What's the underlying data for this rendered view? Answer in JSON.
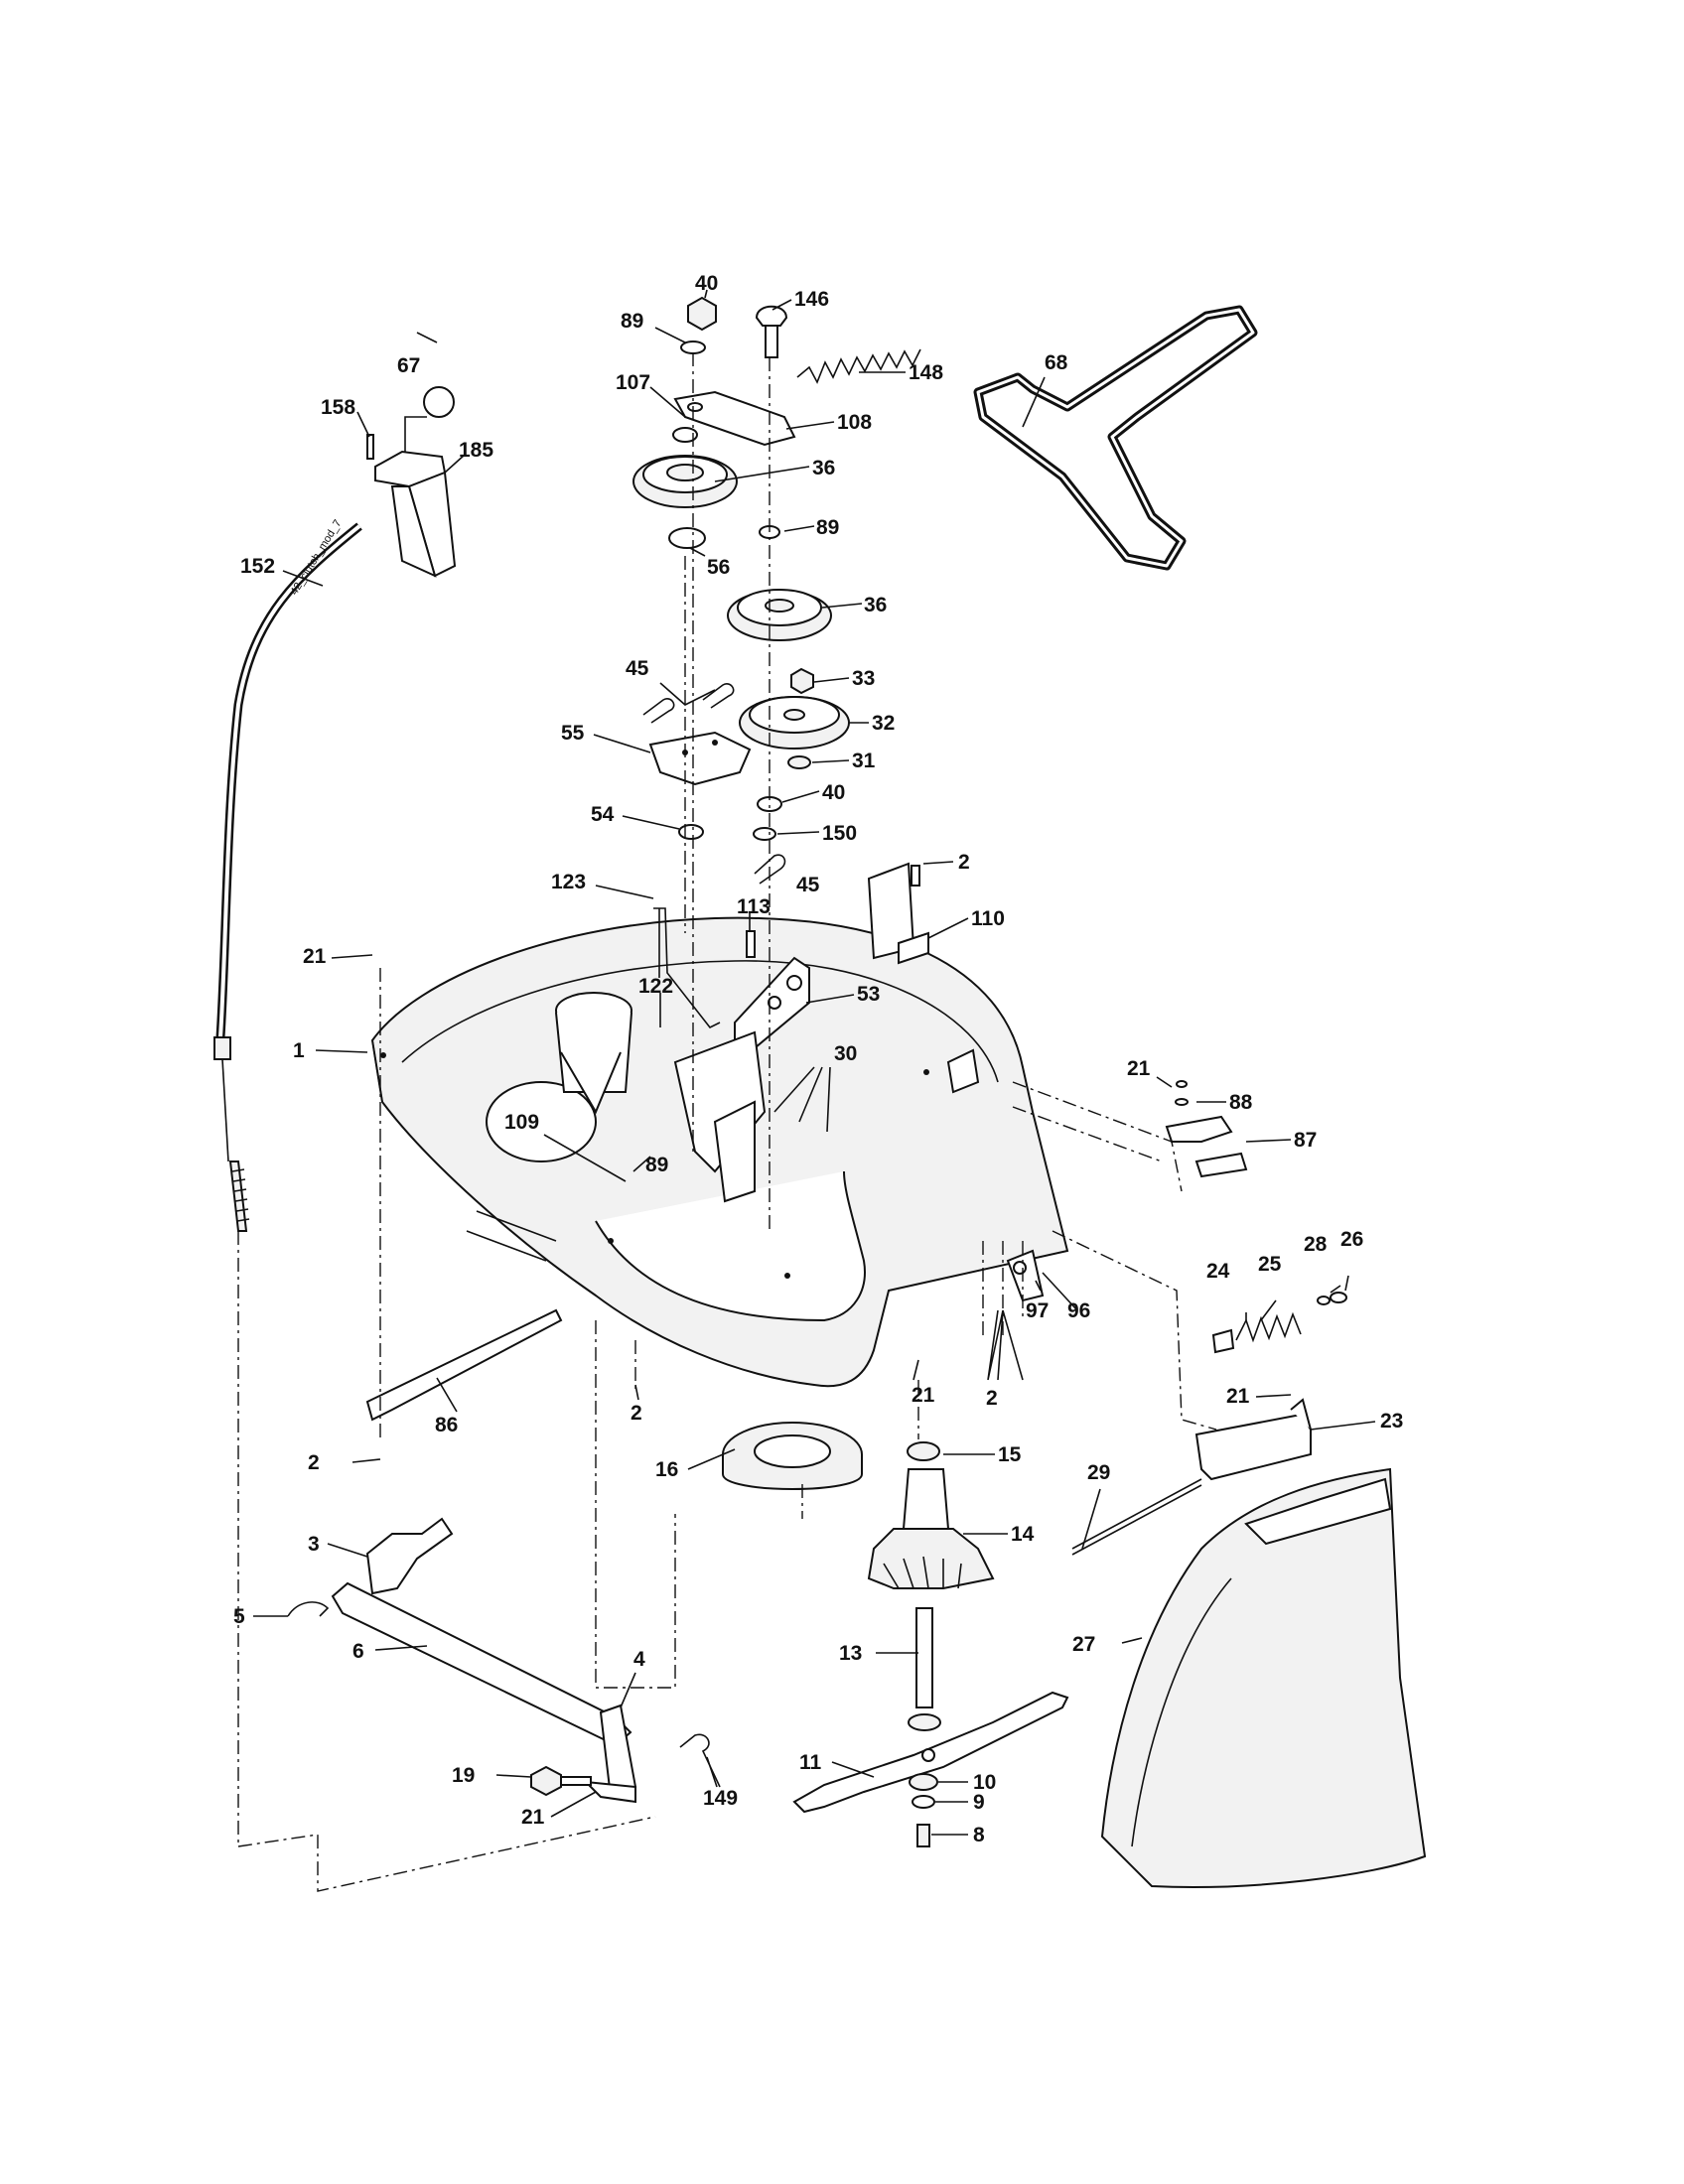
{
  "cable_label": "42_clutch_mod_7",
  "callouts": {
    "c40a": "40",
    "c146": "146",
    "c89a": "89",
    "c148": "148",
    "c107": "107",
    "c108": "108",
    "c36a": "36",
    "c89b": "89",
    "c56": "56",
    "c36b": "36",
    "c33": "33",
    "c32": "32",
    "c31": "31",
    "c40b": "40",
    "c150": "150",
    "c45a": "45",
    "c45b": "45",
    "c55": "55",
    "c54": "54",
    "c123": "123",
    "c113": "113",
    "c2a": "2",
    "c110": "110",
    "c53": "53",
    "c122": "122",
    "c30": "30",
    "c21a": "21",
    "c1": "1",
    "c109": "109",
    "c89c": "89",
    "c21b": "21",
    "c88": "88",
    "c87": "87",
    "c67": "67",
    "c158": "158",
    "c185": "185",
    "c152": "152",
    "c68": "68",
    "c28": "28",
    "c26": "26",
    "c24": "24",
    "c25": "25",
    "c97": "97",
    "c96": "96",
    "c21c": "21",
    "c21d": "21",
    "c2b": "2",
    "c2c": "2",
    "c23": "23",
    "c2d": "2",
    "c86": "86",
    "c16": "16",
    "c15": "15",
    "c29": "29",
    "c14": "14",
    "c3": "3",
    "c5": "5",
    "c6": "6",
    "c4": "4",
    "c13": "13",
    "c27": "27",
    "c19": "19",
    "c21e": "21",
    "c149": "149",
    "c11": "11",
    "c10": "10",
    "c9": "9",
    "c8": "8"
  }
}
